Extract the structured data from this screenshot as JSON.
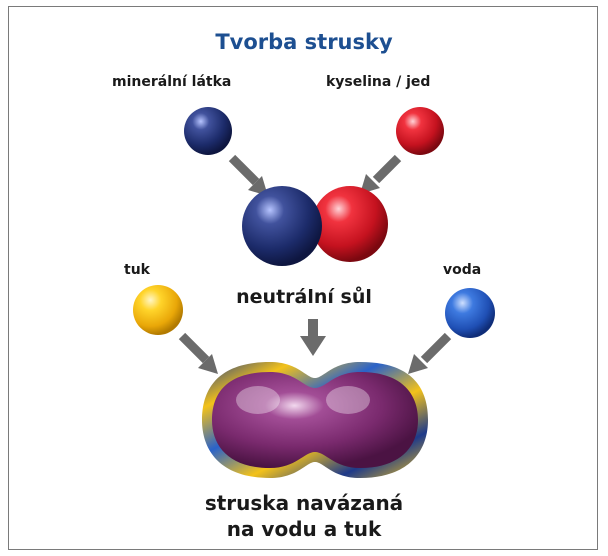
{
  "title": "Tvorba strusky",
  "labels": {
    "mineral": "minerální látka",
    "acid": "kyselina / jed",
    "fat": "tuk",
    "water": "voda",
    "neutral_salt": "neutrální sůl",
    "slag_line1": "struska navázaná",
    "slag_line2": "na vodu a tuk"
  },
  "colors": {
    "title": "#1d4f91",
    "mineral": "#1f2f6e",
    "acid": "#d81e2b",
    "fat": "#f3c21a",
    "water": "#2a62c9",
    "slag": "#7a2a6e",
    "arrow": "#666666"
  }
}
